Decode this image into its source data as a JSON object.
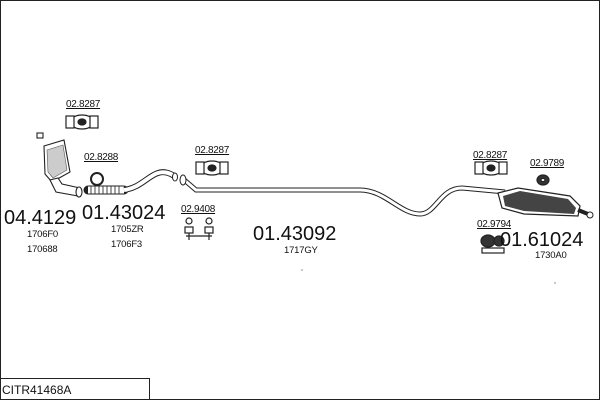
{
  "diagram_code": "CITR41468A",
  "parts": [
    {
      "id": "cat",
      "main": "04.4129",
      "refs": [
        "1706F0",
        "170688"
      ]
    },
    {
      "id": "front-pipe",
      "main": "01.43024",
      "refs": [
        "1705ZR",
        "1706F3"
      ]
    },
    {
      "id": "middle-pipe",
      "main": "01.43092",
      "refs": [
        "1717GY"
      ]
    },
    {
      "id": "rear-silencer",
      "main": "01.61024",
      "refs": [
        "1730A0"
      ]
    }
  ],
  "accessories": [
    {
      "id": "clamp-cat",
      "ref": "02.8287"
    },
    {
      "id": "gasket-ring",
      "ref": "02.8288"
    },
    {
      "id": "clamp-mid",
      "ref": "02.8287"
    },
    {
      "id": "hanger-front",
      "ref": "02.9408"
    },
    {
      "id": "clamp-rear",
      "ref": "02.8287"
    },
    {
      "id": "rubber-mount",
      "ref": "02.9789"
    },
    {
      "id": "hanger-rear",
      "ref": "02.9794"
    }
  ]
}
